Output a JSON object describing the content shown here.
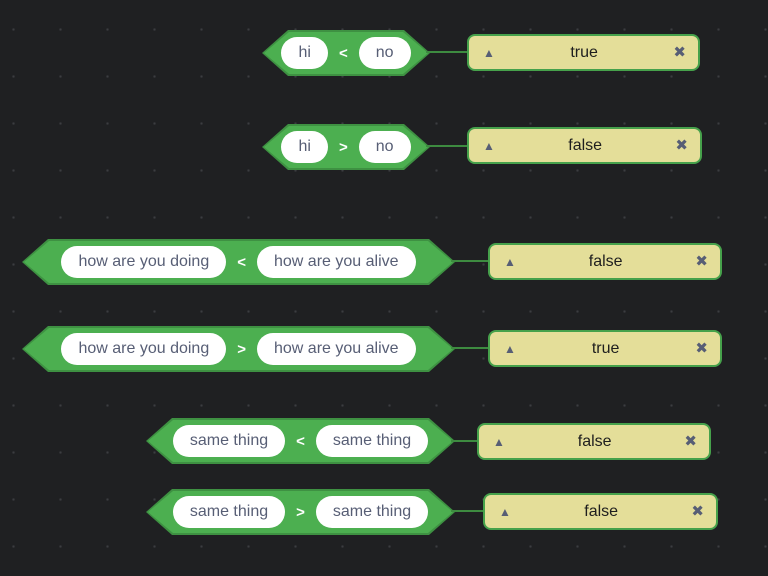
{
  "canvas": {
    "background_color": "#1f2022",
    "dot_color": "#3b3d40"
  },
  "colors": {
    "block_green": "#4caf50",
    "block_border_green": "#3e9142",
    "bubble_background": "#e4de99",
    "bubble_border": "#46a14b",
    "operand_text": "#575e75",
    "icon_slate": "#575e75",
    "result_text": "#1e1e1e"
  },
  "icons": {
    "triangle": "▲",
    "close": "✖"
  },
  "rows": [
    {
      "left": "hi",
      "operator": "<",
      "right": "no",
      "result": "true"
    },
    {
      "left": "hi",
      "operator": ">",
      "right": "no",
      "result": "false"
    },
    {
      "left": "how are you doing",
      "operator": "<",
      "right": "how are you alive",
      "result": "false"
    },
    {
      "left": "how are you doing",
      "operator": ">",
      "right": "how are you alive",
      "result": "true"
    },
    {
      "left": "same thing",
      "operator": "<",
      "right": "same thing",
      "result": "false"
    },
    {
      "left": "same thing",
      "operator": ">",
      "right": "same thing",
      "result": "false"
    }
  ]
}
